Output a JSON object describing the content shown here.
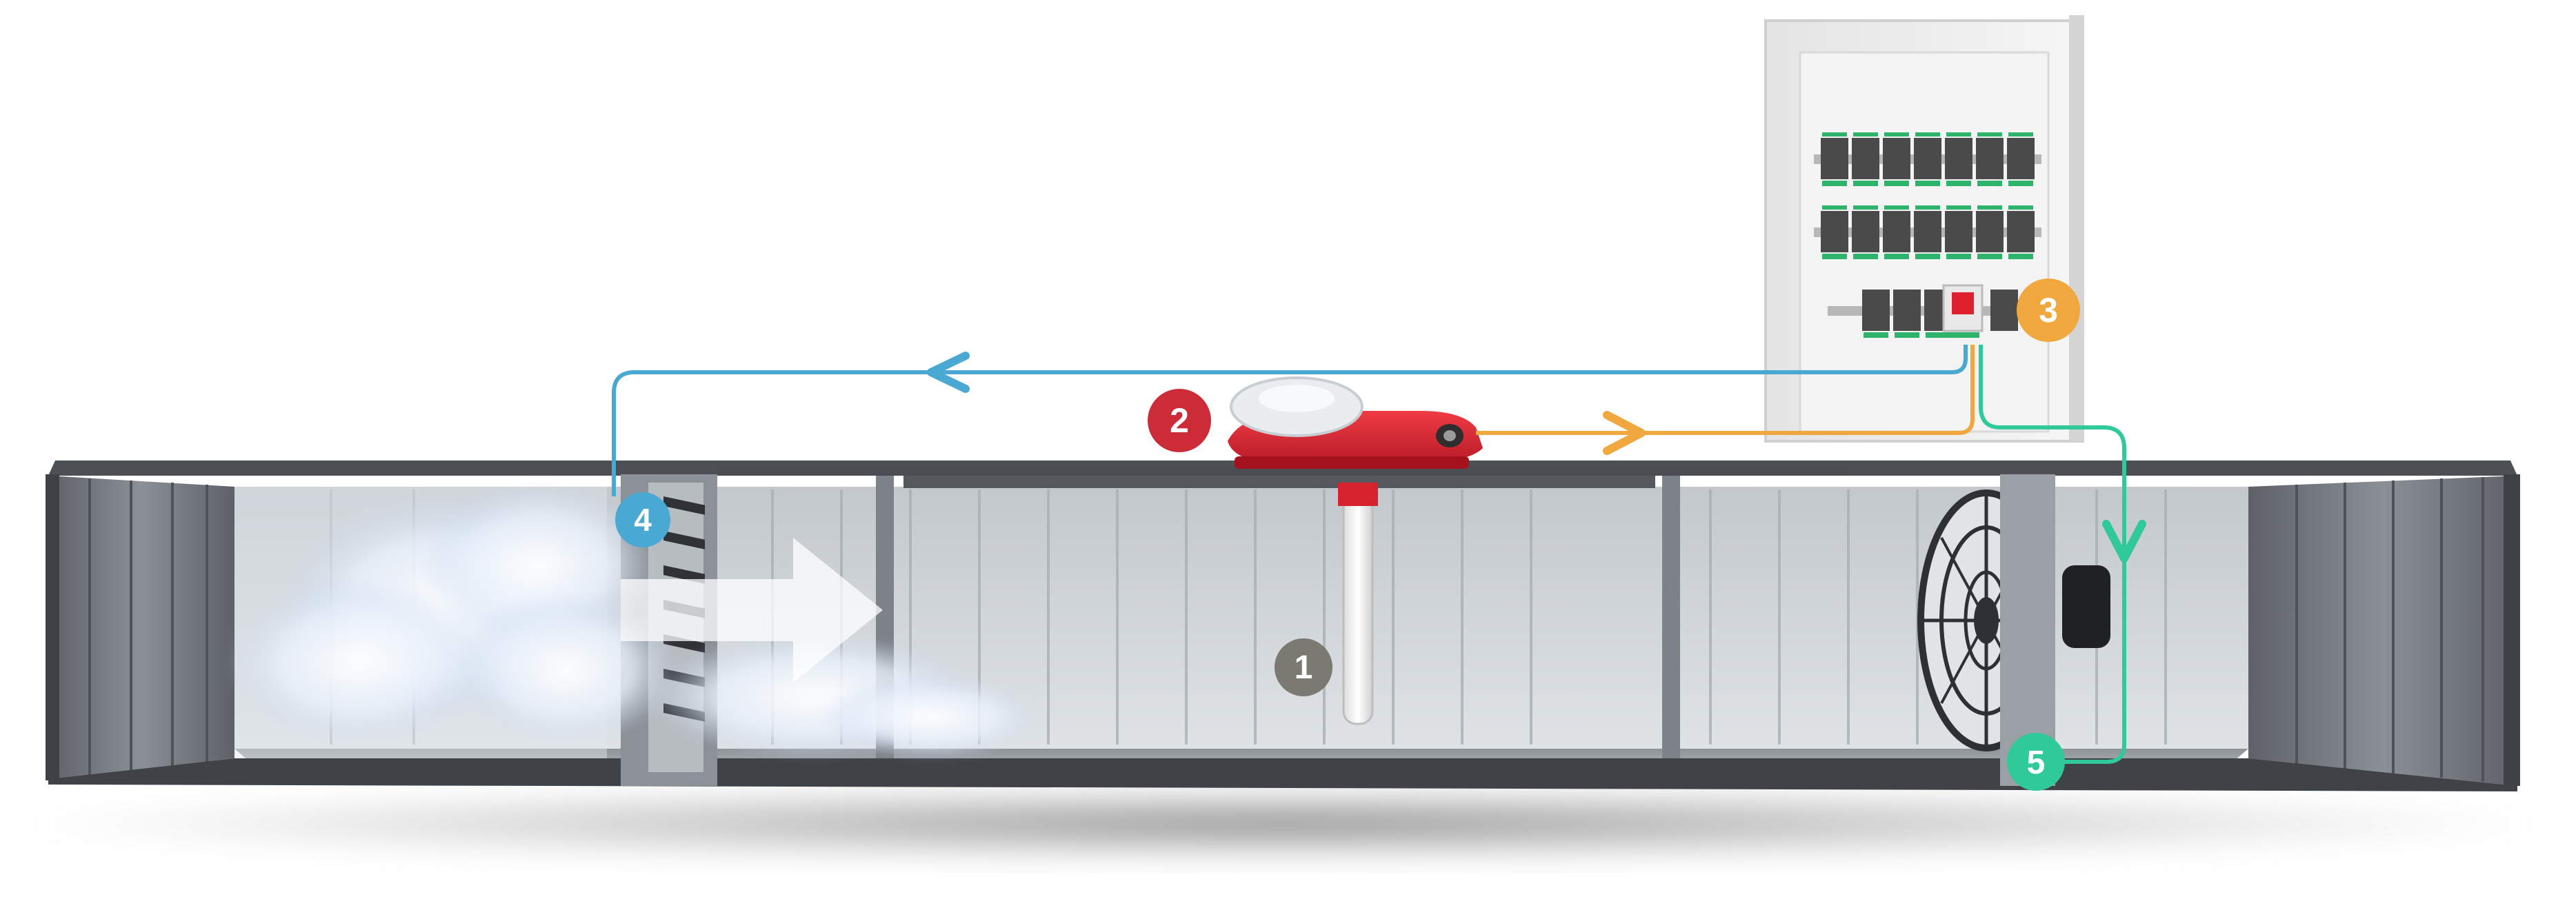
{
  "colors": {
    "blue": "#49a9d3",
    "orange": "#f0a73e",
    "green": "#2fc99a",
    "red": "#cc2c37",
    "gray_badge": "#7b7a72",
    "duct_dark": "#6a6d72",
    "duct_mid": "#9aa0a6",
    "duct_light": "#c9ced3",
    "cabinet": "#eeeeee"
  },
  "markers": {
    "m1": "1",
    "m2": "2",
    "m3": "3",
    "m4": "4",
    "m5": "5"
  },
  "icons": {
    "smoke": "smoke-cloud-icon",
    "airflow": "airflow-arrow-icon",
    "fan": "fan-icon",
    "detector": "duct-smoke-detector-icon",
    "panel": "control-panel-icon",
    "damper": "damper-icon"
  }
}
